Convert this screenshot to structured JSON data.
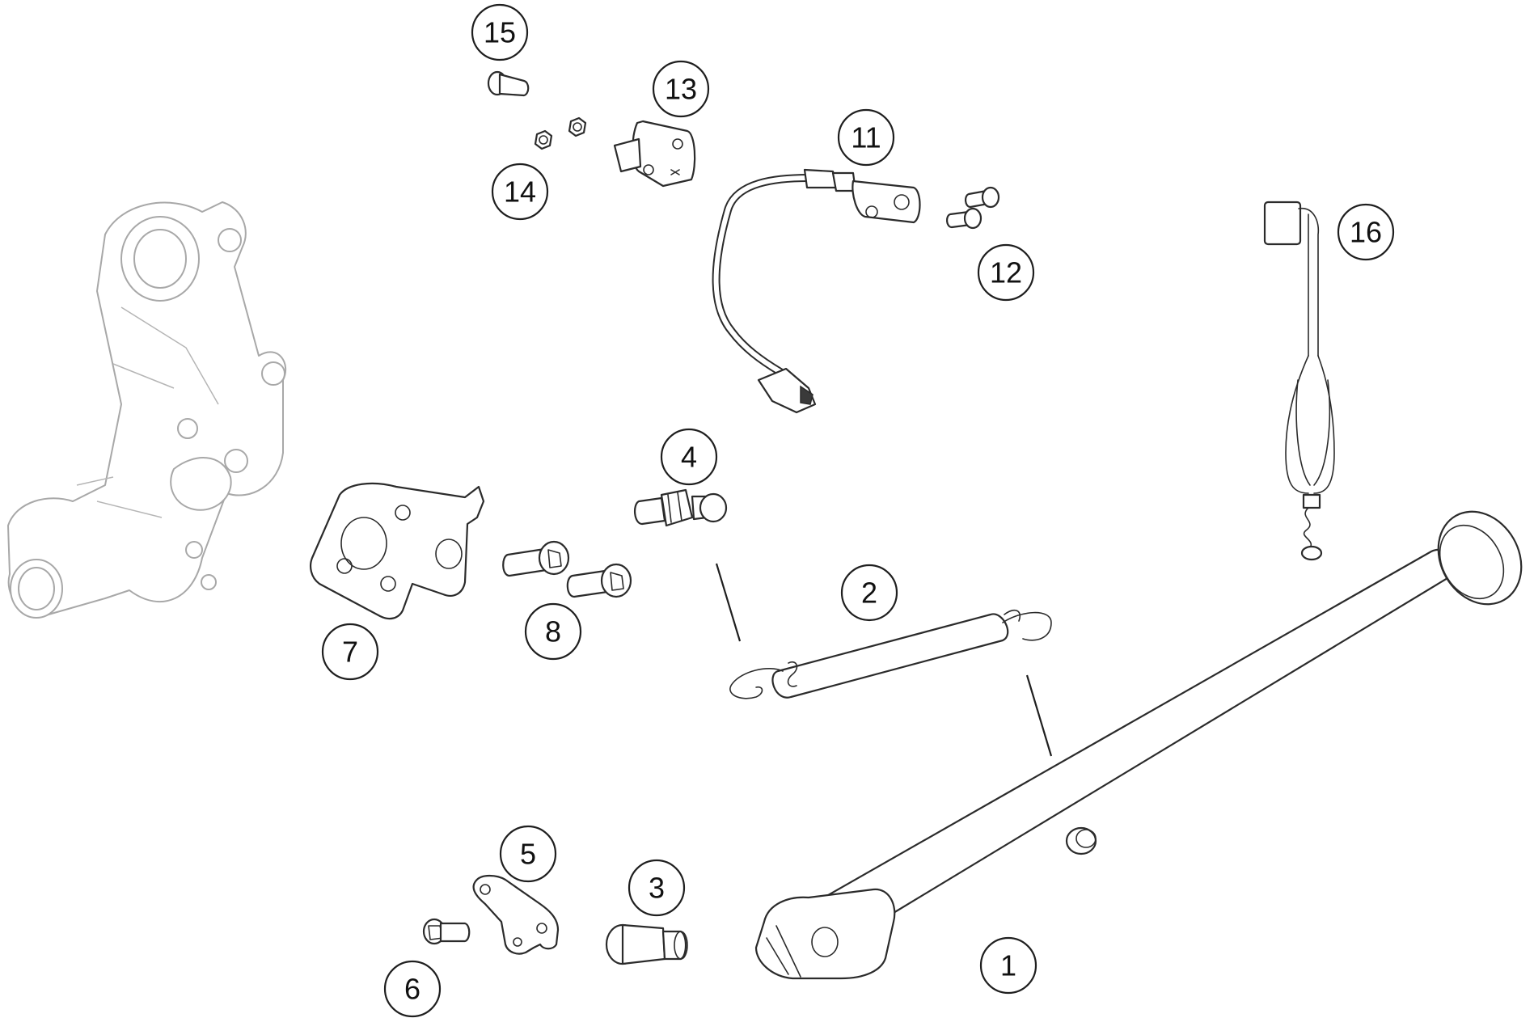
{
  "diagram": {
    "type": "exploded parts diagram",
    "callouts": [
      {
        "id": "15",
        "label": "15"
      },
      {
        "id": "13",
        "label": "13"
      },
      {
        "id": "14",
        "label": "14"
      },
      {
        "id": "11",
        "label": "11"
      },
      {
        "id": "12",
        "label": "12"
      },
      {
        "id": "16",
        "label": "16"
      },
      {
        "id": "4",
        "label": "4"
      },
      {
        "id": "2",
        "label": "2"
      },
      {
        "id": "7",
        "label": "7"
      },
      {
        "id": "8",
        "label": "8"
      },
      {
        "id": "5",
        "label": "5"
      },
      {
        "id": "3",
        "label": "3"
      },
      {
        "id": "6",
        "label": "6"
      },
      {
        "id": "1",
        "label": "1"
      }
    ]
  }
}
